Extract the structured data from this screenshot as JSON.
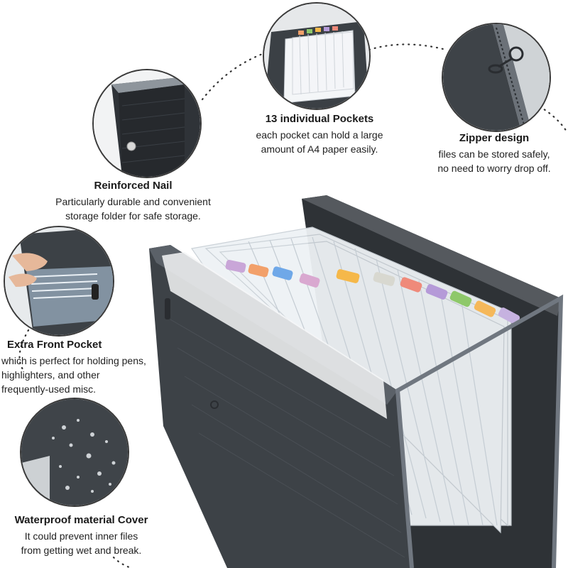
{
  "features": {
    "pockets": {
      "title": "13 individual Pockets",
      "lines": [
        "each pocket can hold a large",
        "amount of A4 paper easily."
      ]
    },
    "zipper": {
      "title": "Zipper design",
      "lines": [
        "files can be stored safely,",
        "no need to worry drop off."
      ]
    },
    "nail": {
      "title": "Reinforced Nail",
      "lines": [
        "Particularly durable and convenient",
        "storage folder for safe storage."
      ]
    },
    "front_pocket": {
      "title": "Extra Front Pocket",
      "lines": [
        "which is perfect for holding pens,",
        "highlighters, and other",
        "frequently-used misc."
      ]
    },
    "waterproof": {
      "title": "Waterproof material Cover",
      "lines": [
        "It could prevent inner files",
        "from getting wet and break."
      ]
    }
  },
  "tab_colors": [
    "#c9a6d8",
    "#f2a06a",
    "#6fa8e8",
    "#d9a8d0",
    "#f5b84a",
    "#d8d8d0",
    "#ef8a7a",
    "#b59ad8",
    "#8ec86a",
    "#f5b85a",
    "#c6b2e0"
  ],
  "colors": {
    "folder_body": "#3d4247",
    "folder_edge": "#5b6168",
    "circle_border": "#3a3a3a"
  }
}
